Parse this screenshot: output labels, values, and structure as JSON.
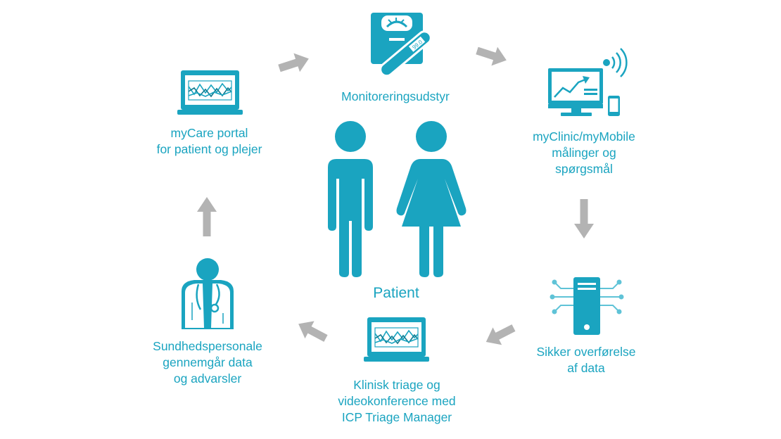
{
  "colors": {
    "accent": "#1aa4c0",
    "accent_dark": "#117a8e",
    "arrow": "#b3b3b3",
    "white": "#ffffff"
  },
  "nodes": [
    {
      "id": "monitoring",
      "icon": "scale-thermometer-icon",
      "lines": [
        "Monitoreringsudstyr"
      ]
    },
    {
      "id": "myclinic",
      "icon": "monitor-phone-icon",
      "lines": [
        "myClinic/myMobile",
        "målinger og",
        "spørgsmål"
      ]
    },
    {
      "id": "secure",
      "icon": "server-icon",
      "lines": [
        "Sikker overførelse",
        "af data"
      ]
    },
    {
      "id": "triage",
      "icon": "laptop-chart-icon",
      "lines": [
        "Klinisk triage og",
        "videokonference med",
        "ICP Triage Manager"
      ]
    },
    {
      "id": "health",
      "icon": "doctor-icon",
      "lines": [
        "Sundhedspersonale",
        "gennemgår data",
        "og advarsler"
      ]
    },
    {
      "id": "mycare",
      "icon": "laptop-chart-icon",
      "lines": [
        "myCare portal",
        "for patient og plejer"
      ]
    }
  ],
  "center": {
    "icon": "patient-couple-icon",
    "label": "Patient"
  },
  "thermometer_reading": "99.0"
}
